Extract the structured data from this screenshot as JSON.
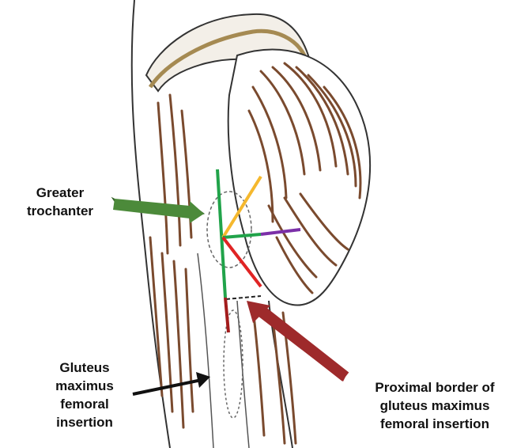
{
  "labels": {
    "greater_trochanter": [
      "Greater",
      "trochanter"
    ],
    "gluteus_insertion": [
      "Gluteus",
      "maximus",
      "femoral",
      "insertion"
    ],
    "proximal_border": [
      "Proximal border of",
      "gluteus maximus",
      "femoral insertion"
    ]
  },
  "colors": {
    "background": "#ffffff",
    "muscle_stroke": "#7a4a2e",
    "outline": "#333333",
    "bone_fill": "#f3efe8",
    "green_arrow": "#4c8a3a",
    "red_arrow": "#9e2a2b",
    "black_arrow": "#111111",
    "line_green": "#21a34a",
    "line_yellow": "#f5b82e",
    "line_purple": "#7b2fa8",
    "line_red": "#e02424",
    "line_darkred": "#a31c1c"
  }
}
